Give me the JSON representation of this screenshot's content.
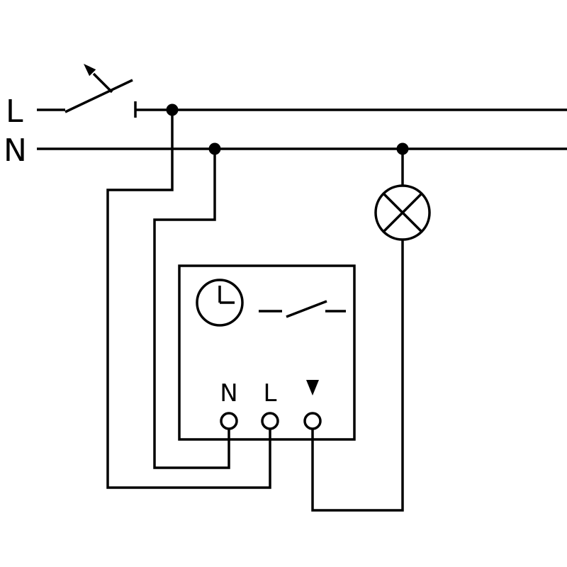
{
  "diagram": {
    "type": "electrical-wiring-diagram",
    "description": "Wiring diagram of a timer insert: supply lines L and N, an actuated switch on L, a lamp between the timer output and N, and a device box with clock symbol, internal contact and terminals",
    "supply_lines": {
      "live_label": "L",
      "neutral_label": "N"
    },
    "device": {
      "terminal_labels": {
        "neutral": "N",
        "live": "L",
        "output": "▼"
      },
      "icons": [
        "clock-icon",
        "timer-contact-icon",
        "output-triangle-icon"
      ]
    },
    "external_symbols": {
      "icons": [
        "switch-actuator-arrow-icon",
        "switch-contact-icon",
        "lamp-icon",
        "junction-dot"
      ]
    },
    "colors": {
      "stroke": "#000000",
      "background": "#ffffff"
    }
  }
}
